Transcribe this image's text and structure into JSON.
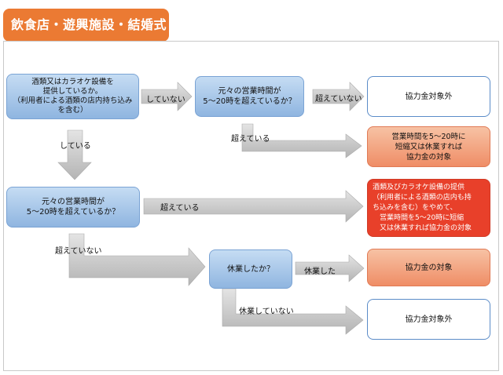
{
  "title": "飲食店・遊興施設・結婚式場",
  "colors": {
    "title_bg": "#eb7a33",
    "decision_box": "#a9c7ea",
    "support_box": "#f3a783",
    "emphasis_box": "#e8402a",
    "arrow": "#c8c8c8"
  },
  "nodes": {
    "q_alcohol_karaoke": "酒類又はカラオケ設備を\n提供しているか。\n（利用者による酒類の店内持ち込み\nを含む）",
    "q_hours_1": "元々の営業時間が\n5～20時を超えているか？",
    "q_hours_2": "元々の営業時間が\n5～20時を超えているか？",
    "q_closed": "休業したか？",
    "r_not_eligible_1": "協力金対象外",
    "r_shorten": "営業時間を5～20時に\n短縮又は休業すれば\n協力金の対象",
    "r_stop_alcohol": "酒類及びカラオケ設備の提供\n（利用者による酒類の店内も持\nち込みを含む）をやめて、\n　営業時間を5～20時に短縮\n　又は休業すれば協力金の対象",
    "r_eligible": "協力金の対象",
    "r_not_eligible_2": "協力金対象外"
  },
  "edges": {
    "no_1": "していない",
    "not_exceed_1": "超えていない",
    "exceed_1": "超えている",
    "yes_1": "している",
    "exceed_2": "超えている",
    "not_exceed_2": "超えていない",
    "closed_yes": "休業した",
    "closed_no": "休業していない"
  }
}
